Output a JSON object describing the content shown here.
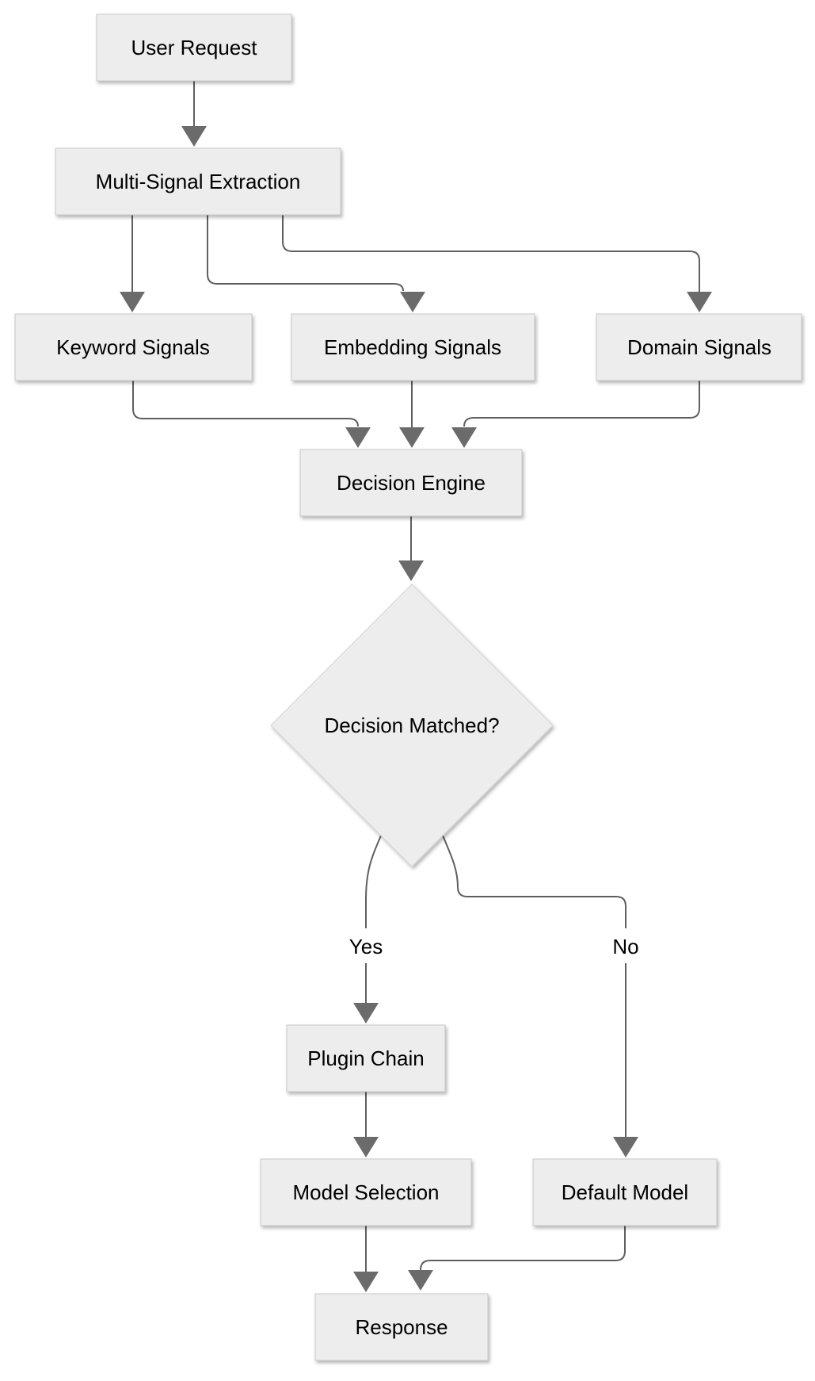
{
  "diagram": {
    "type": "flowchart",
    "direction": "top-down",
    "background": "#ffffff",
    "nodes": [
      {
        "id": "user_request",
        "label": "User Request",
        "shape": "rect"
      },
      {
        "id": "multi_signal",
        "label": "Multi-Signal Extraction",
        "shape": "rect"
      },
      {
        "id": "keyword",
        "label": "Keyword Signals",
        "shape": "rect"
      },
      {
        "id": "embedding",
        "label": "Embedding Signals",
        "shape": "rect"
      },
      {
        "id": "domain",
        "label": "Domain Signals",
        "shape": "rect"
      },
      {
        "id": "decision_engine",
        "label": "Decision Engine",
        "shape": "rect"
      },
      {
        "id": "decision_matched",
        "label": "Decision Matched?",
        "shape": "diamond"
      },
      {
        "id": "plugin_chain",
        "label": "Plugin Chain",
        "shape": "rect"
      },
      {
        "id": "model_selection",
        "label": "Model Selection",
        "shape": "rect"
      },
      {
        "id": "default_model",
        "label": "Default Model",
        "shape": "rect"
      },
      {
        "id": "response",
        "label": "Response",
        "shape": "rect"
      }
    ],
    "edges": [
      {
        "from": "user_request",
        "to": "multi_signal",
        "label": ""
      },
      {
        "from": "multi_signal",
        "to": "keyword",
        "label": ""
      },
      {
        "from": "multi_signal",
        "to": "embedding",
        "label": ""
      },
      {
        "from": "multi_signal",
        "to": "domain",
        "label": ""
      },
      {
        "from": "keyword",
        "to": "decision_engine",
        "label": ""
      },
      {
        "from": "embedding",
        "to": "decision_engine",
        "label": ""
      },
      {
        "from": "domain",
        "to": "decision_engine",
        "label": ""
      },
      {
        "from": "decision_engine",
        "to": "decision_matched",
        "label": ""
      },
      {
        "from": "decision_matched",
        "to": "plugin_chain",
        "label": "Yes"
      },
      {
        "from": "decision_matched",
        "to": "default_model",
        "label": "No"
      },
      {
        "from": "plugin_chain",
        "to": "model_selection",
        "label": ""
      },
      {
        "from": "model_selection",
        "to": "response",
        "label": ""
      },
      {
        "from": "default_model",
        "to": "response",
        "label": ""
      }
    ],
    "colors": {
      "node_fill": "#ededed",
      "node_border": "#c9c9c9",
      "edge_line": "#5f5f5f",
      "arrow_head": "#6b6b6b",
      "text": "#000000",
      "background": "#ffffff"
    }
  }
}
